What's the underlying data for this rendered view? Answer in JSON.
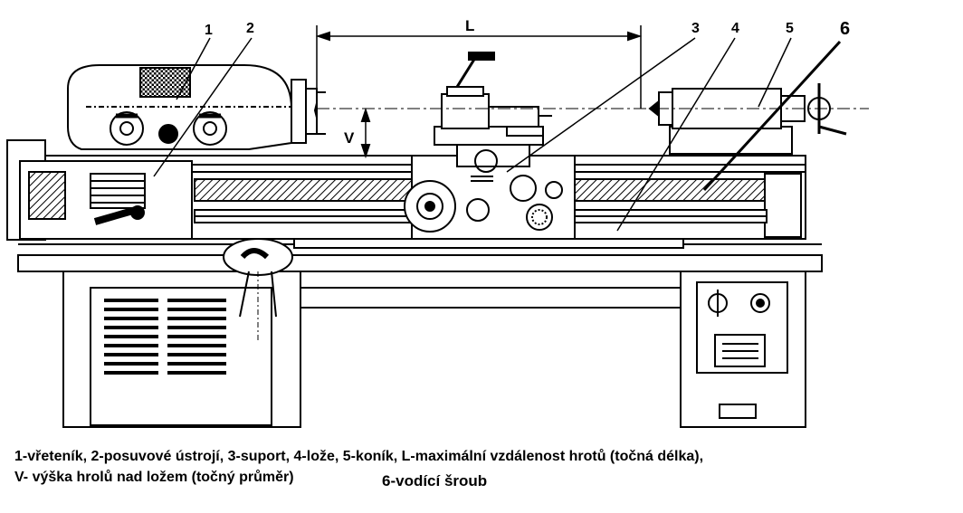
{
  "labels": {
    "l1": "1",
    "l2": "2",
    "l3": "3",
    "l4": "4",
    "l5": "5",
    "l6": "6",
    "dim_L": "L",
    "dim_V": "V"
  },
  "caption": {
    "line1": "1-vřeteník, 2-posuvové ústrojí, 3-suport, 4-lože, 5-koník, L-maximální vzdálenost hrotů (točná délka),",
    "line2": "V- výška hrolů nad ložem (točný průměr)",
    "line3": "6-vodící šroub"
  }
}
